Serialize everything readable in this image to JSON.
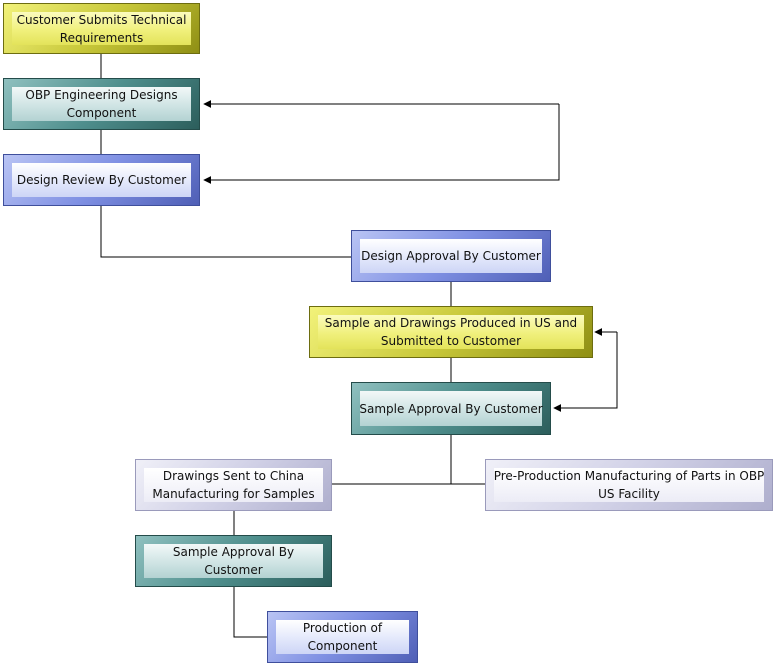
{
  "nodes": {
    "tech_requirements": "Customer Submits Technical Requirements",
    "obp_engineering": "OBP Engineering Designs Component",
    "design_review": "Design Review By Customer",
    "design_approval": "Design Approval By Customer",
    "sample_drawings_us": "Sample and Drawings Produced in US and Submitted to Customer",
    "sample_approval_1": "Sample Approval By Customer",
    "drawings_china": "Drawings Sent to China Manufacturing for Samples",
    "preproduction_obp": "Pre-Production Manufacturing of Parts in OBP US Facility",
    "sample_approval_2": "Sample Approval By Customer",
    "production": "Production of Component"
  },
  "colors": {
    "yellow": "#e8e85a",
    "teal": "#5e9a98",
    "blue": "#8a9ae6",
    "lavender": "#d8d8ea",
    "connector": "#000000"
  }
}
